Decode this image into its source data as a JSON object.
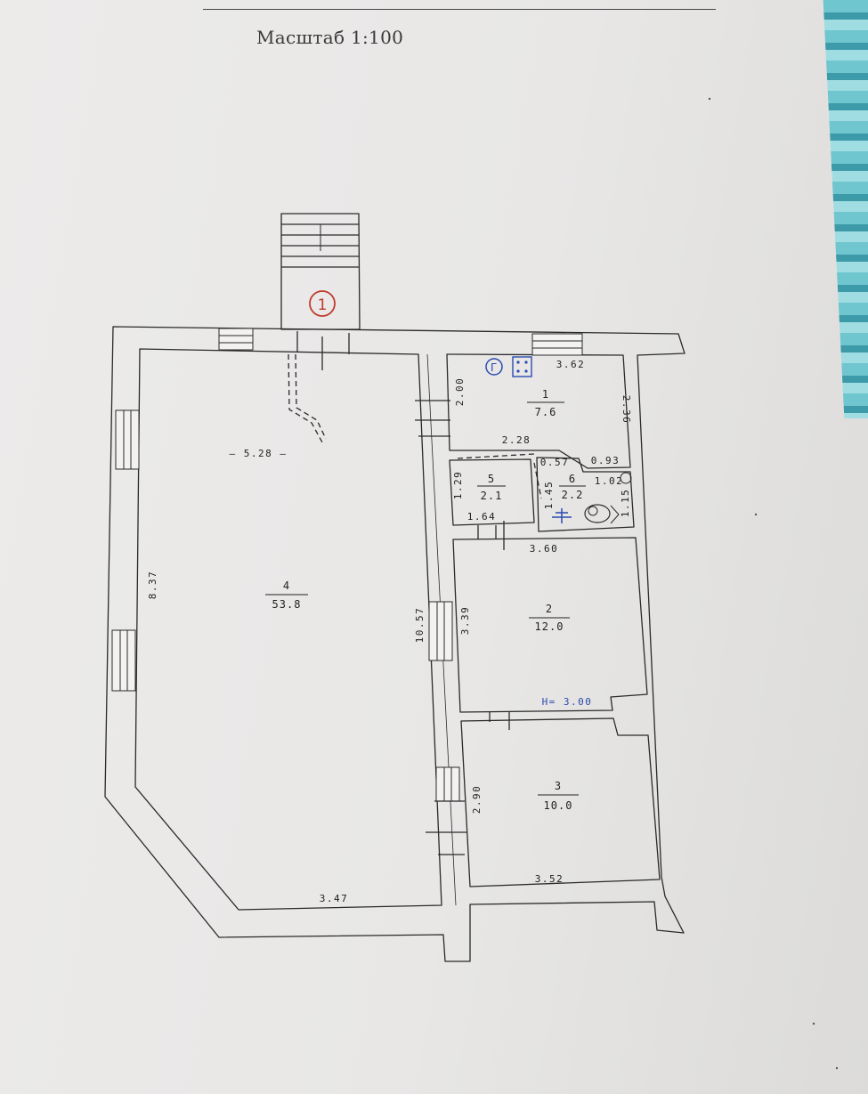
{
  "scale_label": "Масштаб 1:100",
  "entrance_marker": "1",
  "boiler_marker": "Г",
  "ceiling_height": "H= 3.00",
  "rooms": [
    {
      "id": "room-1",
      "number": "1",
      "area": "7.6"
    },
    {
      "id": "room-2",
      "number": "2",
      "area": "12.0"
    },
    {
      "id": "room-3",
      "number": "3",
      "area": "10.0"
    },
    {
      "id": "room-4",
      "number": "4",
      "area": "53.8"
    },
    {
      "id": "room-5",
      "number": "5",
      "area": "2.1"
    },
    {
      "id": "room-6",
      "number": "6",
      "area": "2.2"
    }
  ],
  "dimensions": {
    "r4_width": "— 5.28 —",
    "r4_left": "8.37",
    "r4_right": "10.57",
    "r4_bottom": "3.47",
    "r1_top": "3.62",
    "r1_left": "2.00",
    "r1_right": "2.36",
    "r1_bottom": "2.28",
    "r5_left": "1.29",
    "r5_bottom": "1.64",
    "r6_a": "0.57",
    "r6_b": "0.93",
    "r6_c": "1.02",
    "r6_d": "1.45",
    "r6_e": "1.15",
    "r2_top": "3.60",
    "r2_left": "3.39",
    "r3_left": "2.90",
    "r3_bottom": "3.52"
  },
  "colors": {
    "ink": "#2a2a2a",
    "marker_red": "#c0392b",
    "marker_blue": "#2a4bb0"
  }
}
